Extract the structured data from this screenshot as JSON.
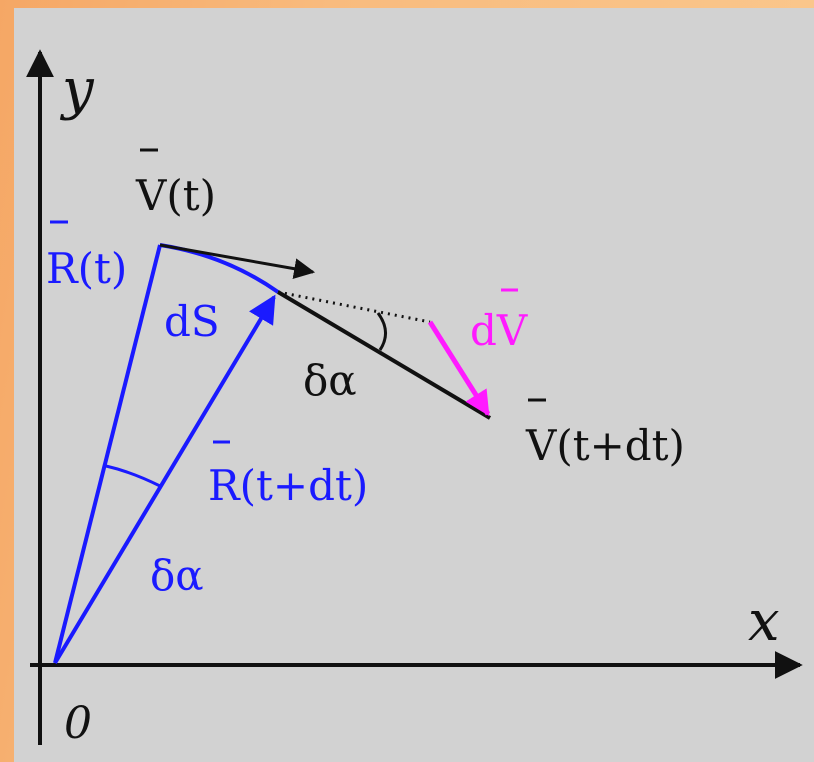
{
  "axes": {
    "y_label": "y",
    "x_label": "x",
    "origin_label": "0"
  },
  "labels": {
    "v_t": "V(t)",
    "r_t": "R(t)",
    "ds": "dS",
    "dv": "dV",
    "delta_alpha_velocity": "δα",
    "v_t_dt": "V(t+dt)",
    "r_t_dt": "R(t+dt)",
    "delta_alpha_radius": "δα"
  },
  "colors": {
    "background_orange": "#f8bb7e",
    "panel_gray": "#d2d2d2",
    "black": "#111111",
    "blue": "#1a1aff",
    "magenta": "#ff1aff"
  }
}
